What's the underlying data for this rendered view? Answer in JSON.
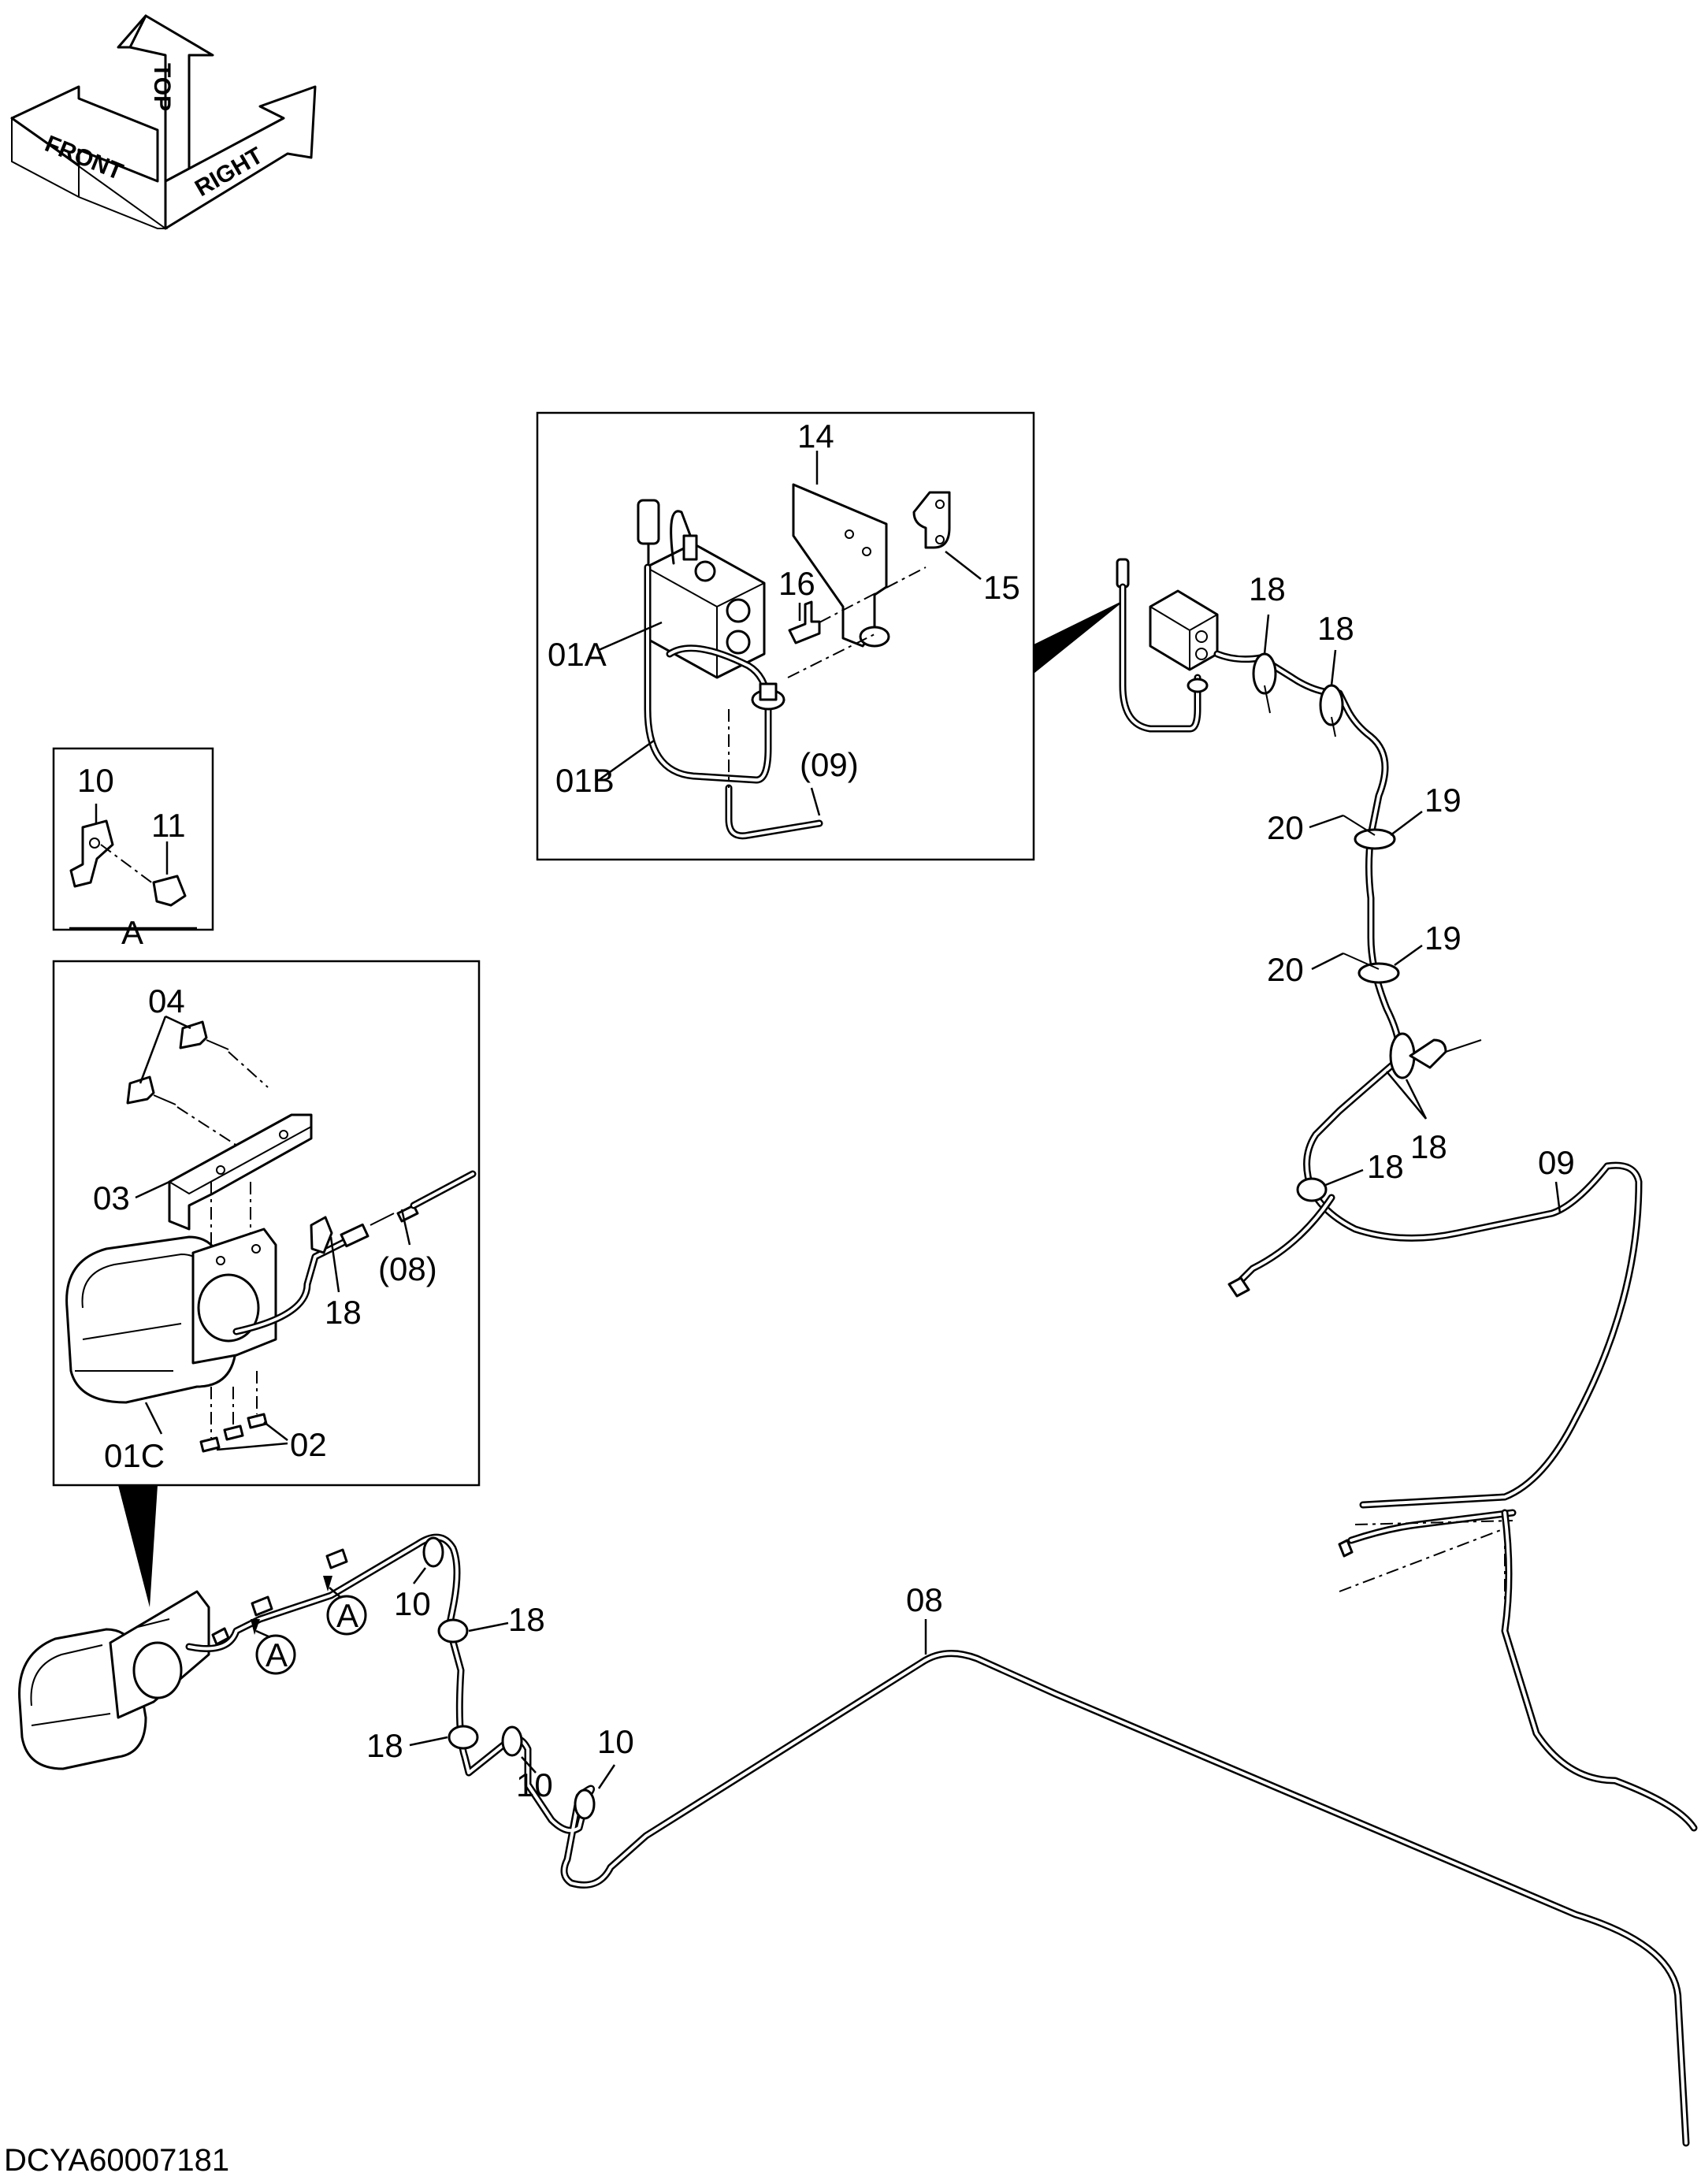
{
  "orientation": {
    "front": "FRONT",
    "top": "TOP",
    "right": "RIGHT"
  },
  "labels": {
    "l14": "14",
    "l15": "15",
    "l16": "16",
    "l01A": "01A",
    "l01B": "01B",
    "l09p": "(09)",
    "l10": "10",
    "l11": "11",
    "viewA": "A",
    "l04": "04",
    "l03": "03",
    "l08p": "(08)",
    "l18": "18",
    "l01C": "01C",
    "l02": "02",
    "l09": "09",
    "l19": "19",
    "l20": "20",
    "l08": "08",
    "refA": "A"
  },
  "drawing_code": "DCYA60007181"
}
